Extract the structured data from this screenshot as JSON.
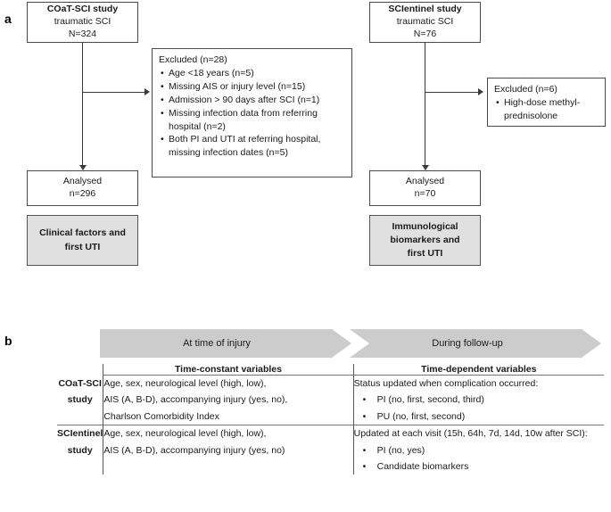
{
  "panels": {
    "a": {
      "letter": "a"
    },
    "b": {
      "letter": "b"
    }
  },
  "flowchart": {
    "coat": {
      "source_box": {
        "title": "COaT-SCI study",
        "line2": "traumatic SCI",
        "line3": "N=324"
      },
      "excluded_box": {
        "heading": "Excluded (n=28)",
        "items": [
          "Age <18 years (n=5)",
          "Missing AIS or injury level (n=15)",
          "Admission > 90 days after SCI (n=1)",
          "Missing infection data from referring hospital (n=2)",
          "Both PI and UTI at referring hospital, missing infection dates (n=5)"
        ]
      },
      "analysed_box": {
        "line1": "Analysed",
        "line2": "n=296"
      },
      "outcome_box": {
        "line1": "Clinical factors and",
        "line2": "first UTI"
      }
    },
    "scisentinel": {
      "source_box": {
        "title": "SCIentinel study",
        "line2": "traumatic SCI",
        "line3": "N=76"
      },
      "excluded_box": {
        "heading": "Excluded (n=6)",
        "items": [
          "High-dose methyl-prednisolone"
        ]
      },
      "analysed_box": {
        "line1": "Analysed",
        "line2": "n=70"
      },
      "outcome_box": {
        "line1": "Immunological",
        "line2": "biomarkers and",
        "line3": "first UTI"
      }
    }
  },
  "variables_table": {
    "banners": [
      {
        "label": "At time of injury"
      },
      {
        "label": "During follow-up"
      }
    ],
    "column_headers": {
      "blank": "",
      "time_constant": "Time-constant variables",
      "time_dependent": "Time-dependent variables"
    },
    "rows": [
      {
        "study_line1": "COaT-SCI",
        "study_line2": "study",
        "time_constant_lines": [
          "Age, sex, neurological level (high, low),",
          "AIS (A, B-D), accompanying injury (yes, no),",
          "Charlson Comorbidity Index"
        ],
        "time_dependent_intro": "Status updated when complication occurred:",
        "time_dependent_items": [
          "PI (no, first, second, third)",
          "PU (no, first, second)"
        ]
      },
      {
        "study_line1": "SCIentinel",
        "study_line2": "study",
        "time_constant_lines": [
          "Age, sex, neurological level (high, low),",
          "AIS (A, B-D), accompanying injury (yes, no)"
        ],
        "time_dependent_intro": "Updated at each visit (15h, 64h, 7d, 14d, 10w after SCI):",
        "time_dependent_items": [
          "PI (no, yes)",
          "Candidate biomarkers"
        ]
      }
    ]
  },
  "colors": {
    "shaded_box_fill": "#e0e0e0",
    "banner_fill": "#cccccc",
    "line": "#3a3a3a",
    "text": "#1a1a1a"
  }
}
